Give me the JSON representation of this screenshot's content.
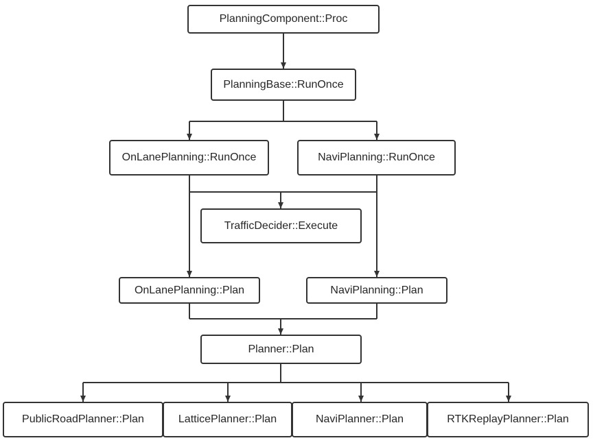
{
  "diagram": {
    "nodes": {
      "planning_component_proc": "PlanningComponent::Proc",
      "planning_base_runonce": "PlanningBase::RunOnce",
      "onlane_planning_runonce": "OnLanePlanning::RunOnce",
      "navi_planning_runonce": "NaviPlanning::RunOnce",
      "traffic_decider_execute": "TrafficDecider::Execute",
      "onlane_planning_plan": "OnLanePlanning::Plan",
      "navi_planning_plan": "NaviPlanning::Plan",
      "planner_plan": "Planner::Plan",
      "public_road_planner_plan": "PublicRoadPlanner::Plan",
      "lattice_planner_plan": "LatticePlanner::Plan",
      "navi_planner_plan": "NaviPlanner::Plan",
      "rtk_replay_planner_plan": "RTKReplayPlanner::Plan"
    },
    "edges": [
      {
        "from": "planning_component_proc",
        "to": "planning_base_runonce"
      },
      {
        "from": "planning_base_runonce",
        "to": "onlane_planning_runonce"
      },
      {
        "from": "planning_base_runonce",
        "to": "navi_planning_runonce"
      },
      {
        "from": "onlane_planning_runonce",
        "to": "traffic_decider_execute"
      },
      {
        "from": "navi_planning_runonce",
        "to": "traffic_decider_execute"
      },
      {
        "from": "onlane_planning_runonce",
        "to": "onlane_planning_plan"
      },
      {
        "from": "navi_planning_runonce",
        "to": "navi_planning_plan"
      },
      {
        "from": "onlane_planning_plan",
        "to": "planner_plan"
      },
      {
        "from": "navi_planning_plan",
        "to": "planner_plan"
      },
      {
        "from": "planner_plan",
        "to": "public_road_planner_plan"
      },
      {
        "from": "planner_plan",
        "to": "lattice_planner_plan"
      },
      {
        "from": "planner_plan",
        "to": "navi_planner_plan"
      },
      {
        "from": "planner_plan",
        "to": "rtk_replay_planner_plan"
      }
    ],
    "colors": {
      "line": "#333333",
      "border": "#333333",
      "text": "#262626",
      "background": "#ffffff"
    }
  }
}
